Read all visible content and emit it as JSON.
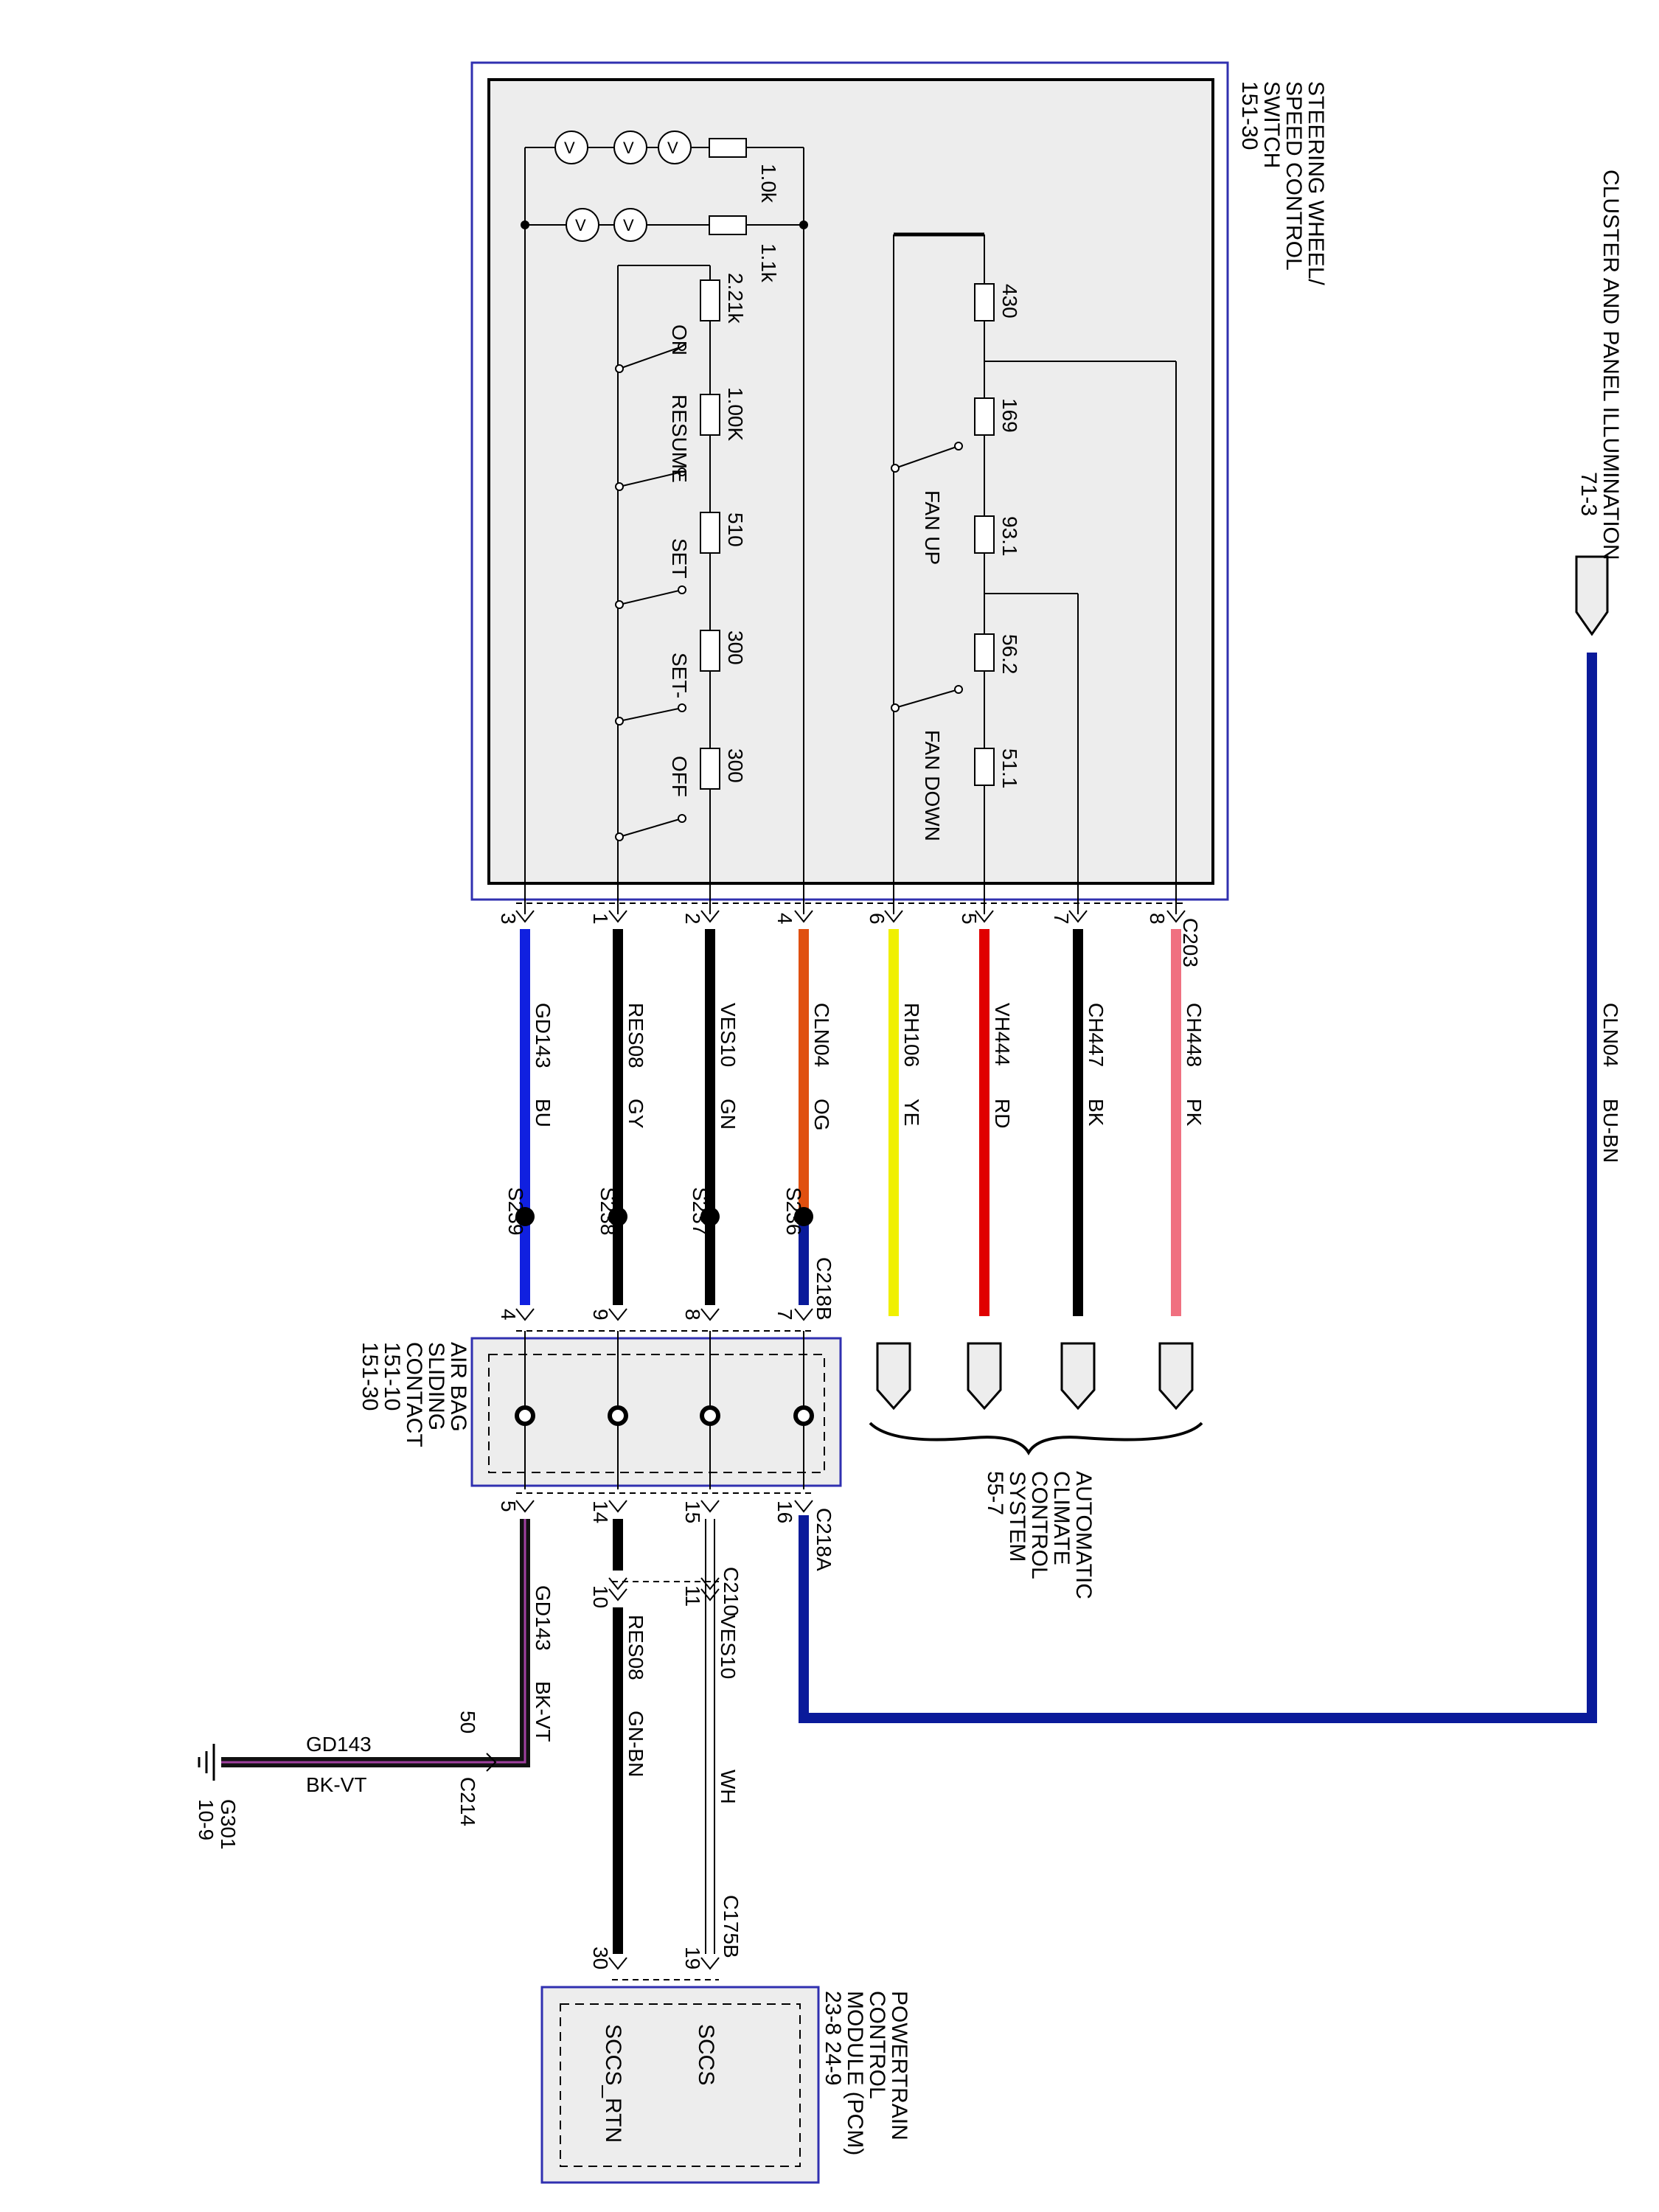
{
  "switch_block": {
    "title": [
      "STEERING WHEEL/",
      "SPEED CONTROL",
      "SWITCH",
      "151-30"
    ],
    "resistors": [
      "1.0k",
      "1.1k",
      "2.21k",
      "1.00K",
      "510",
      "300",
      "300",
      "430",
      "169",
      "93.1",
      "56.2",
      "51.1"
    ],
    "switches": [
      "ON",
      "RESUME",
      "SET",
      "SET-",
      "OFF",
      "FAN UP",
      "FAN DOWN"
    ]
  },
  "cluster": {
    "title": [
      "CLUSTER AND PANEL ILLUMINATION",
      "71-3"
    ]
  },
  "connectors": {
    "c203": "C203",
    "c218b": "C218B",
    "c218a": "C218A",
    "c210": "C210",
    "c214": "C214",
    "c175b": "C175B"
  },
  "pins_c203": [
    "3",
    "1",
    "2",
    "4",
    "6",
    "5",
    "7",
    "8"
  ],
  "pins_c218b": [
    "4",
    "9",
    "8",
    "7"
  ],
  "pins_c218a": [
    "5",
    "14",
    "15",
    "16"
  ],
  "pins_c210": [
    "10",
    "11"
  ],
  "pin_c214": "50",
  "pins_c175b": [
    "30",
    "19"
  ],
  "wires": [
    {
      "circuit": "GD143",
      "color_code": "BU",
      "hex": "#1020e0"
    },
    {
      "circuit": "RES08",
      "color_code": "GY",
      "hex": "#000000"
    },
    {
      "circuit": "VES10",
      "color_code": "GN",
      "hex": "#000000"
    },
    {
      "circuit": "CLN04",
      "color_code": "OG",
      "hex": "#e05010"
    },
    {
      "circuit": "RH106",
      "color_code": "YE",
      "hex": "#f0f000"
    },
    {
      "circuit": "VH444",
      "color_code": "RD",
      "hex": "#e00000"
    },
    {
      "circuit": "CH447",
      "color_code": "BK",
      "hex": "#000000"
    },
    {
      "circuit": "CH448",
      "color_code": "PK",
      "hex": "#f07080"
    }
  ],
  "cln04_bu_bn": {
    "circuit": "CLN04",
    "color_code": "BU-BN",
    "hex": "#0a1a9a"
  },
  "splices": [
    "S239",
    "S238",
    "S237",
    "S236"
  ],
  "airbag": {
    "title": [
      "AIR BAG",
      "SLIDING",
      "CONTACT",
      "151-10",
      "151-30"
    ]
  },
  "climate": {
    "title": [
      "AUTOMATIC",
      "CLIMATE",
      "CONTROL",
      "SYSTEM",
      "55-7"
    ]
  },
  "lower_wires": [
    {
      "circuit": "GD143",
      "color_code": "BK-VT"
    },
    {
      "circuit": "RES08",
      "color_code": "GN-BN"
    },
    {
      "circuit": "VES10",
      "color_code": "WH"
    }
  ],
  "ground_wire": {
    "circuit": "GD143",
    "color_code": "BK-VT",
    "ground": [
      "G301",
      "10-9"
    ]
  },
  "pcm": {
    "title": [
      "POWERTRAIN",
      "CONTROL",
      "MODULE (PCM)",
      "23-8    24-9"
    ],
    "pins": [
      "SCCS",
      "SCCS_RTN"
    ]
  }
}
